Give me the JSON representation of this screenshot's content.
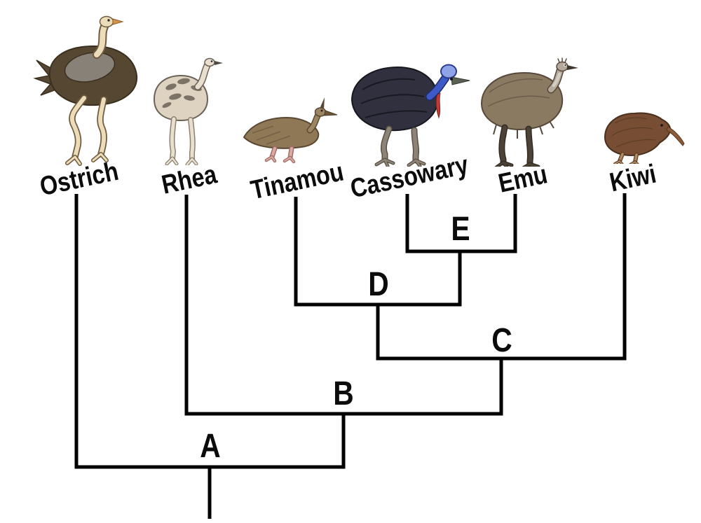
{
  "figure": {
    "kind": "cladogram",
    "description": "Phylogenetic tree of ratite birds with lettered internal nodes"
  },
  "tree": {
    "taxa": [
      {
        "name": "Ostrich"
      },
      {
        "name": "Rhea"
      },
      {
        "name": "Tinamou"
      },
      {
        "name": "Cassowary"
      },
      {
        "name": "Emu"
      },
      {
        "name": "Kiwi"
      }
    ],
    "nodes": [
      {
        "label": "A",
        "children": [
          "Ostrich",
          "B"
        ]
      },
      {
        "label": "B",
        "children": [
          "Rhea",
          "C"
        ]
      },
      {
        "label": "C",
        "children": [
          "D",
          "Kiwi"
        ]
      },
      {
        "label": "D",
        "children": [
          "Tinamou",
          "E"
        ]
      },
      {
        "label": "E",
        "children": [
          "Cassowary",
          "Emu"
        ]
      }
    ],
    "newick": "(Ostrich,(Rhea,((Tinamou,(Cassowary,Emu)E)D,Kiwi)C)B)A;"
  },
  "colors": {
    "background": "#ffffff",
    "line": "#000000",
    "text": "#0c0c0c",
    "ostrich_body": "#564733",
    "ostrich_wing": "#8b857c",
    "ostrich_skin": "#ecdcba",
    "ostrich_beak": "#d2954e",
    "rhea_body": "#ded3c0",
    "rhea_mottle": "#6b6257",
    "rhea_skin": "#e8dfcf",
    "tinamou_body": "#8f7856",
    "tinamou_legs": "#dcaaa2",
    "cassowary_body": "#30303e",
    "cassowary_neck": "#3d59c6",
    "cassowary_casque": "#8fa3e8",
    "cassowary_wattle": "#c23b35",
    "cassowary_legs": "#8d8376",
    "emu_body": "#8a7a62",
    "emu_neck": "#b3a99c",
    "emu_legs": "#4c4236",
    "kiwi_body": "#774e33",
    "kiwi_beak": "#8a5a39"
  }
}
